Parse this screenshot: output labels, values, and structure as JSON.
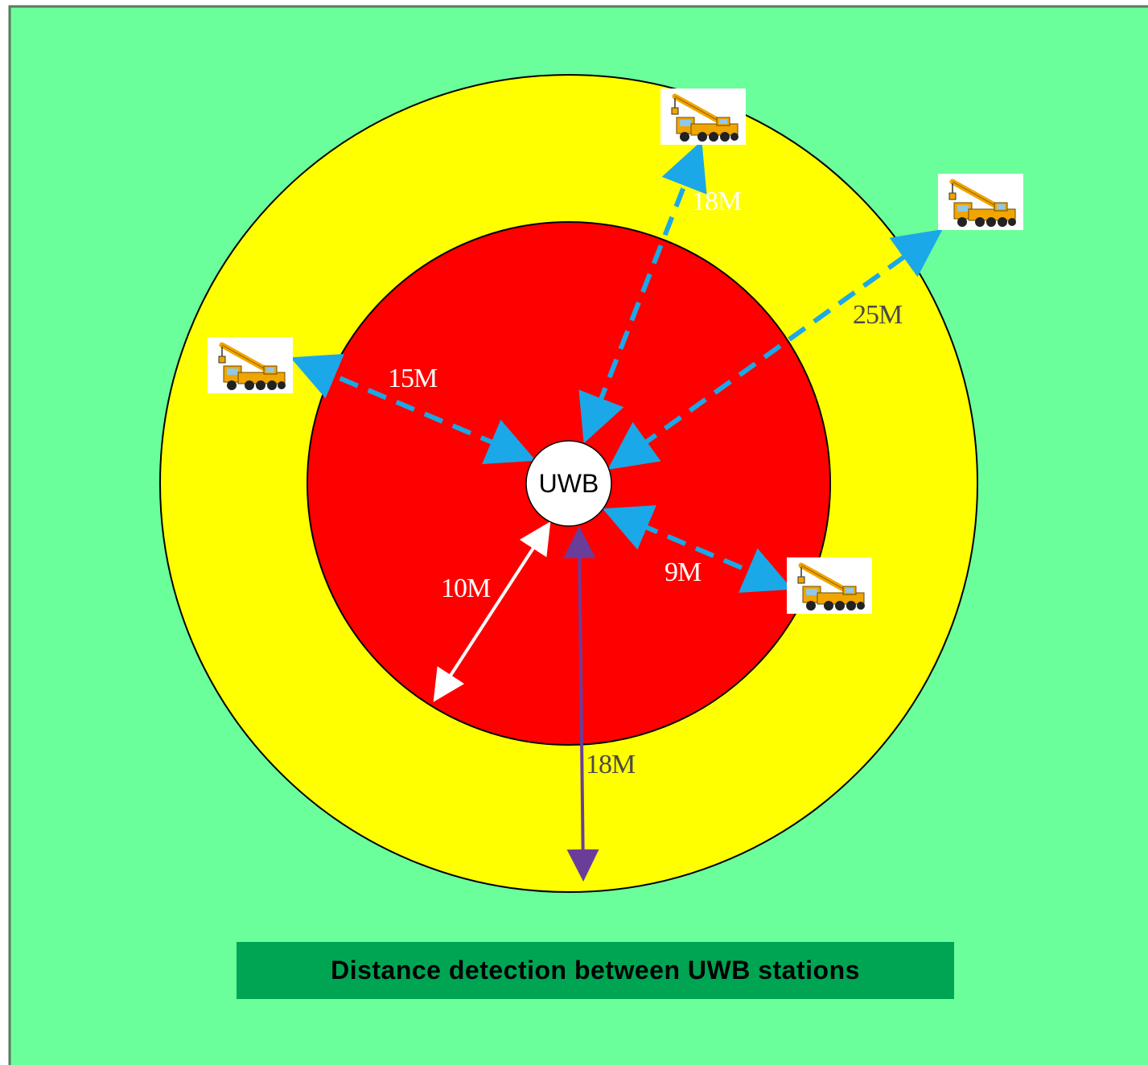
{
  "colors": {
    "background": "#6aff9b",
    "outer_ring": "#ffff00",
    "inner_zone": "#ff0000",
    "station": "#ffffff",
    "dashed_arrow": "#1aa8e8",
    "radius_arrow_inner": "#ffffff",
    "radius_arrow_outer": "#6a3d9a",
    "caption_bg": "#00a553"
  },
  "station_label": "UWB",
  "caption": "Distance detection between UWB stations",
  "measurements": {
    "crane_top": "18M",
    "crane_right": "25M",
    "crane_left": "15M",
    "crane_bottom_right": "9M",
    "inner_radius": "10M",
    "outer_radius": "18M"
  },
  "icons": {
    "crane": "crane-truck-icon"
  }
}
